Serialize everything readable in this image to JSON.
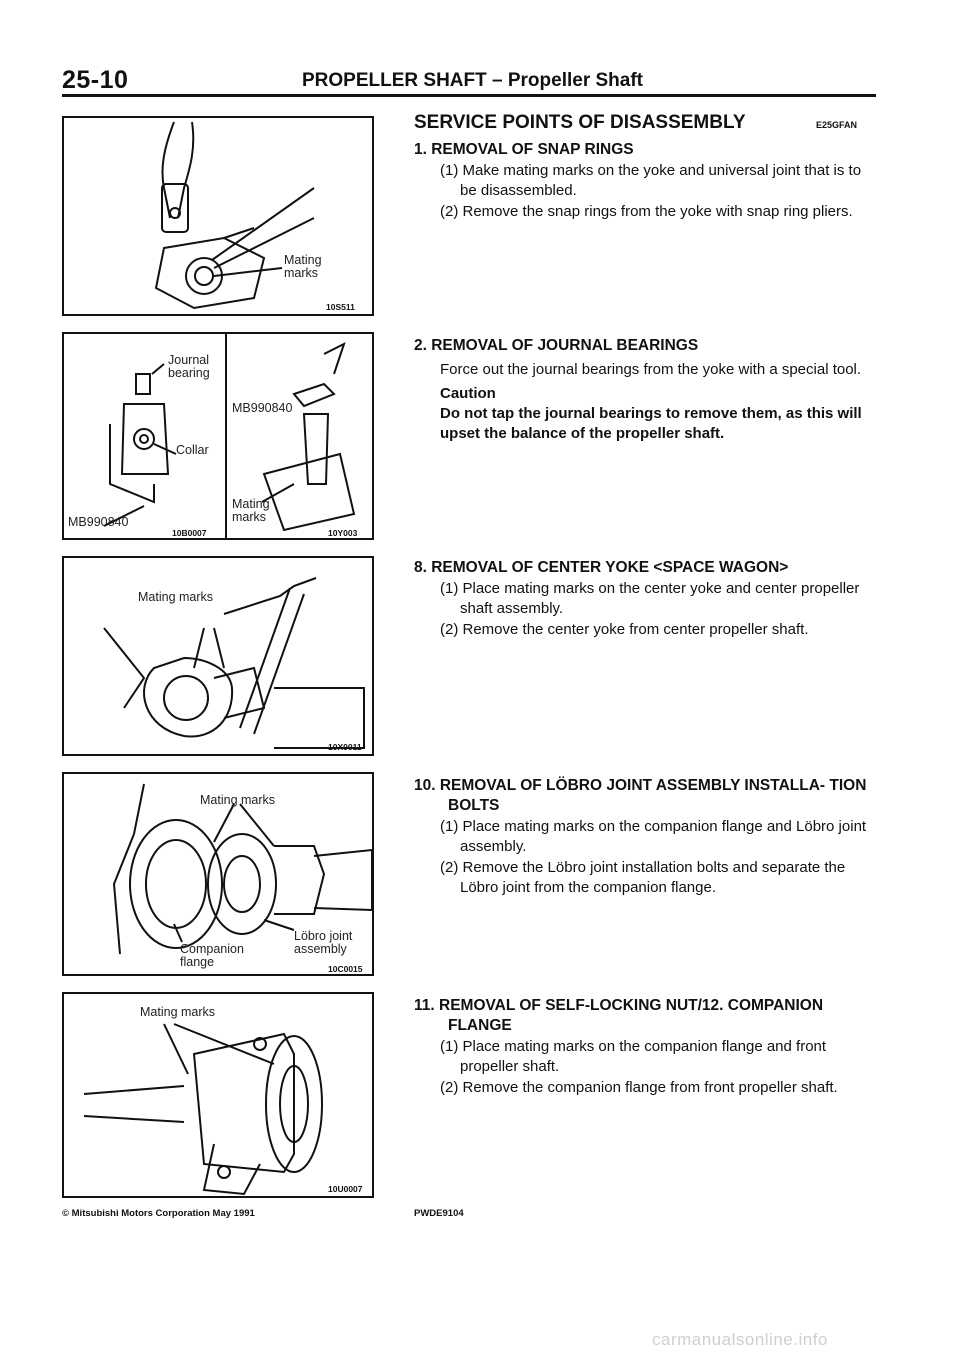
{
  "header": {
    "page_number": "25-10",
    "title": "PROPELLER SHAFT – Propeller Shaft"
  },
  "main": {
    "heading": "SERVICE POINTS OF DISASSEMBLY",
    "code": "E25GFAN"
  },
  "figures": [
    {
      "labels": [
        "Mating",
        "marks"
      ],
      "code": "10S511"
    },
    {
      "labels": [
        "Journal",
        "bearing",
        "Collar",
        "MB990840"
      ],
      "code": "10B0007",
      "right_labels": [
        "MB990840",
        "Mating",
        "marks"
      ],
      "right_code": "10Y003"
    },
    {
      "labels": [
        "Mating marks"
      ],
      "code": "10X0011"
    },
    {
      "labels": [
        "Mating marks",
        "Löbro joint",
        "assembly",
        "Companion",
        "flange"
      ],
      "code": "10C0015"
    },
    {
      "labels": [
        "Mating marks"
      ],
      "code": "10U0007"
    }
  ],
  "sections": [
    {
      "heading": "1.  REMOVAL OF SNAP RINGS",
      "items": [
        "(1) Make mating marks on the yoke and universal joint that is to be disassembled.",
        "(2) Remove the snap rings from the yoke with snap ring pliers."
      ]
    },
    {
      "heading": "2.  REMOVAL OF JOURNAL BEARINGS",
      "para": "Force out the journal bearings from the yoke with a special tool.",
      "caution_title": "Caution",
      "caution_text": "Do not tap the journal bearings to remove them, as this will upset the balance of the propeller shaft."
    },
    {
      "heading": "8.  REMOVAL OF CENTER YOKE <SPACE WAGON>",
      "items": [
        "(1) Place mating marks on the center yoke and center propeller shaft assembly.",
        "(2) Remove the center yoke from center propeller shaft."
      ]
    },
    {
      "heading": "10. REMOVAL OF LÖBRO JOINT ASSEMBLY INSTALLA- TION BOLTS",
      "items": [
        "(1) Place mating marks on the companion flange and Löbro joint assembly.",
        "(2) Remove the Löbro joint installation bolts and separate the Löbro joint from the companion flange."
      ]
    },
    {
      "heading": "11. REMOVAL OF SELF-LOCKING NUT/12. COMPANION FLANGE",
      "items": [
        "(1) Place mating marks on the companion flange and front propeller shaft.",
        "(2) Remove the companion flange from front propeller shaft."
      ]
    }
  ],
  "footer": {
    "copyright": "© Mitsubishi Motors Corporation   May 1991",
    "doc_code": "PWDE9104"
  },
  "watermark": "carmanualsonline.info"
}
